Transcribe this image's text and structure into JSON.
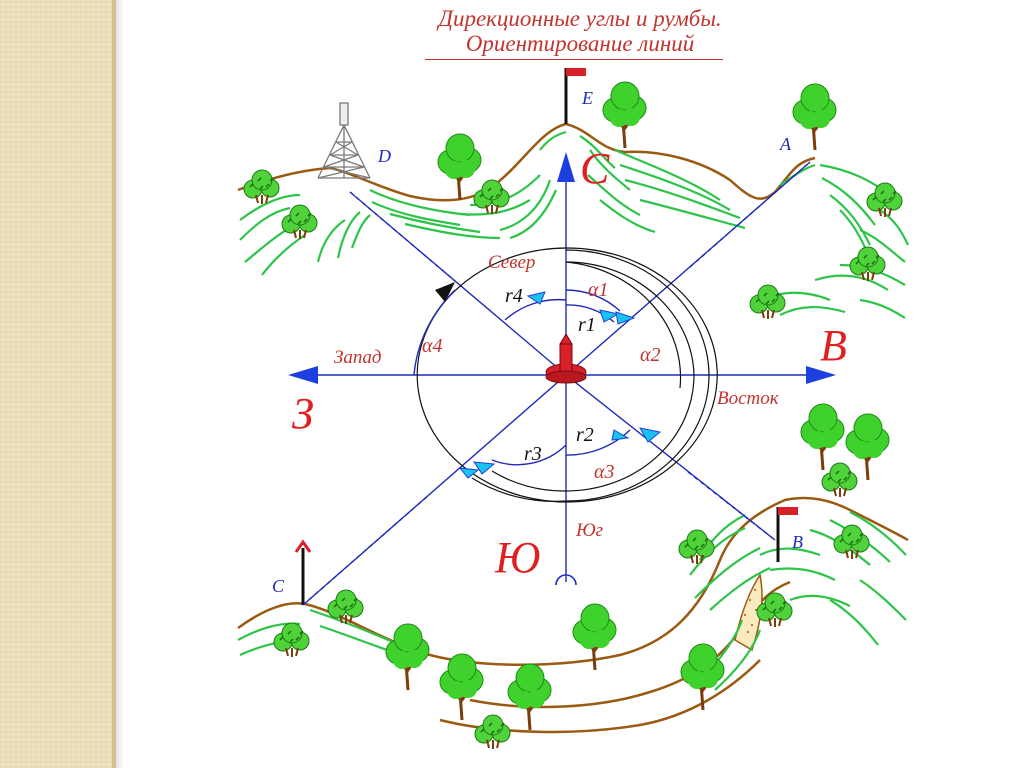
{
  "title": {
    "line1": "Дирекционные углы и румбы.",
    "line2": "Ориентирование линий"
  },
  "points": {
    "E": "E",
    "D": "D",
    "A": "A",
    "B": "B",
    "C": "C"
  },
  "cardinal": {
    "north_big": "С",
    "east_big": "В",
    "west_big": "З",
    "south_big": "Ю",
    "north_word": "Север",
    "east_word": "Восток",
    "west_word": "Запад",
    "south_word": "Юг"
  },
  "angles": {
    "alpha1": "α1",
    "alpha2": "α2",
    "alpha3": "α3",
    "alpha4": "α4",
    "r1": "r1",
    "r2": "r2",
    "r3": "r3",
    "r4": "r4"
  },
  "colors": {
    "title": "#c2342e",
    "axis": "#1f2bb8",
    "arrow": "#1e3fe0",
    "terrain_green": "#2ec44a",
    "terrain_brown": "#9a5a12",
    "tree_green": "#3fd22c",
    "flag_red": "#d8202a",
    "compass_red": "#d8202a",
    "angle_arrow": "#19c3f0"
  }
}
